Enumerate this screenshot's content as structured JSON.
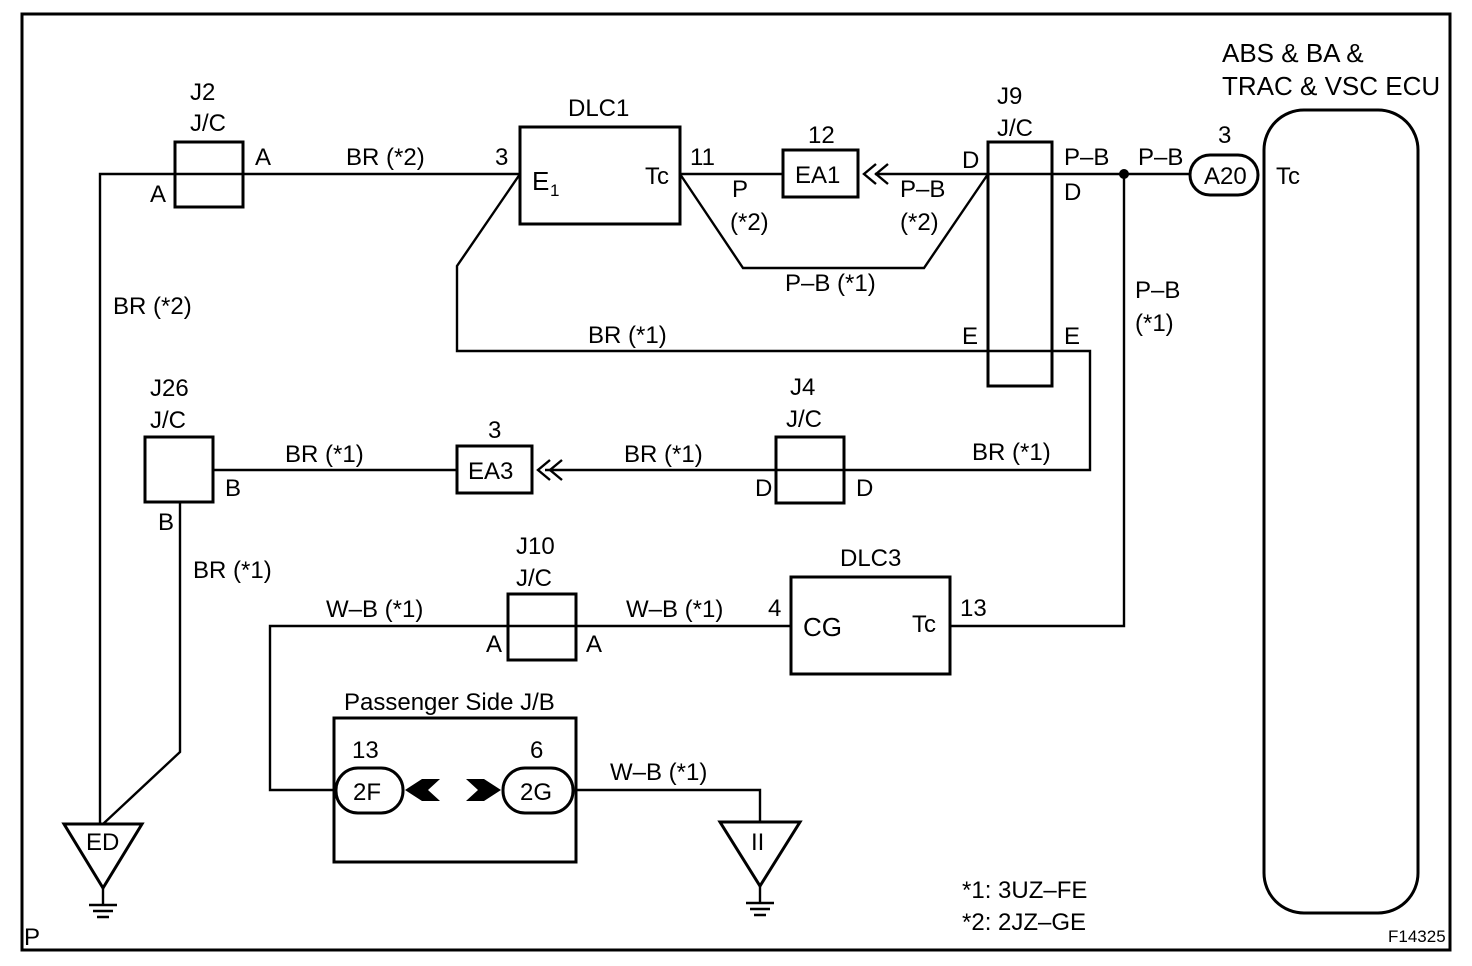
{
  "note_page": "P",
  "figure_id": "F14325",
  "notes": [
    "*1: 3UZ–FE",
    "*2: 2JZ–GE"
  ],
  "ecu": {
    "title_line1": "ABS & BA &",
    "title_line2": "TRAC & VSC ECU",
    "pin": "Tc",
    "connector": "A20",
    "connector_pin": "3"
  },
  "dlc1": {
    "name": "DLC1",
    "pin_e1": "E",
    "pin_e1_sub": "1",
    "pin_tc": "Tc",
    "num_left": "3",
    "num_right": "11"
  },
  "dlc3": {
    "name": "DLC3",
    "pin_cg": "CG",
    "pin_tc": "Tc",
    "num_left": "4",
    "num_right": "13"
  },
  "ea1": {
    "label": "EA1",
    "pin": "12"
  },
  "ea3": {
    "label": "EA3",
    "pin": "3"
  },
  "j2": {
    "name": "J2",
    "type": "J/C",
    "pin_in": "A",
    "pin_out": "A"
  },
  "j9": {
    "name": "J9",
    "type": "J/C",
    "pin_d_left": "D",
    "pin_d_right": "D",
    "pin_e_left": "E",
    "pin_e_right": "E",
    "pin_d_right_top": "D"
  },
  "j26": {
    "name": "J26",
    "type": "J/C",
    "pin_right": "B",
    "pin_bottom": "B"
  },
  "j4": {
    "name": "J4",
    "type": "J/C",
    "pin_left": "D",
    "pin_right": "D"
  },
  "j10": {
    "name": "J10",
    "type": "J/C",
    "pin_left": "A",
    "pin_right": "A"
  },
  "jb": {
    "title": "Passenger Side J/B",
    "left_conn": "2F",
    "left_pin": "13",
    "right_conn": "2G",
    "right_pin": "6"
  },
  "grounds": {
    "ed": "ED",
    "ii": "II"
  },
  "wires": {
    "br2_top": "BR (*2)",
    "br2_left": "BR (*2)",
    "p_label": "P",
    "p_note": "(*2)",
    "pb2_label": "P–B",
    "pb2_note": "(*2)",
    "pb1_bottom": "P–B (*1)",
    "br1_mid": "BR (*1)",
    "pb_right1": "P–B",
    "pb_right2": "P–B",
    "pb_vert": "P–B",
    "pb_vert_note": "(*1)",
    "br1_j26": "BR (*1)",
    "br1_j4": "BR (*1)",
    "br1_right": "BR (*1)",
    "br1_down": "BR (*1)",
    "wb1_left": "W–B (*1)",
    "wb1_mid": "W–B (*1)",
    "wb1_jb": "W–B (*1)"
  }
}
